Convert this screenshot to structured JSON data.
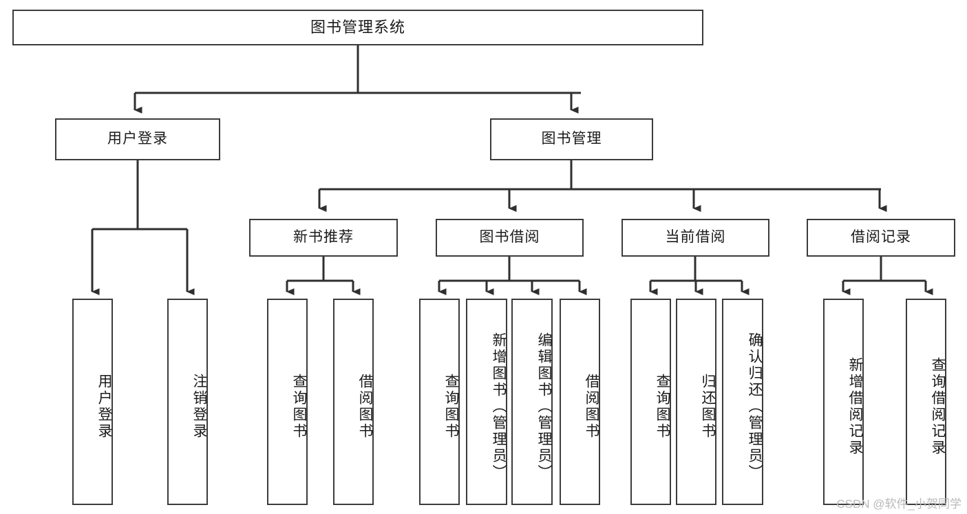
{
  "diagram": {
    "type": "tree-hierarchy-chart",
    "title": "图书管理系统",
    "watermark": "CSDN @软件_小贺同学",
    "colors": {
      "box_border": "#3b3b3b",
      "box_fill": "#ffffff",
      "connector": "#2f2f2f",
      "text": "#1a1a1a",
      "watermark": "#b9b9b9",
      "background": "#ffffff"
    },
    "root": {
      "label": "图书管理系统"
    },
    "level2": [
      {
        "label": "用户登录"
      },
      {
        "label": "图书管理"
      }
    ],
    "level3": [
      {
        "label": "新书推荐"
      },
      {
        "label": "图书借阅"
      },
      {
        "label": "当前借阅"
      },
      {
        "label": "借阅记录"
      }
    ],
    "leaves": {
      "user_login": [
        {
          "label": "用户登录"
        },
        {
          "label": "注销登录"
        }
      ],
      "new_book_recommend": [
        {
          "label": "查询图书"
        },
        {
          "label": "借阅图书"
        }
      ],
      "book_borrow": [
        {
          "label": "查询图书"
        },
        {
          "label": "新增图书（管理员）"
        },
        {
          "label": "编辑图书（管理员）"
        },
        {
          "label": "借阅图书"
        }
      ],
      "current_borrow": [
        {
          "label": "查询图书"
        },
        {
          "label": "归还图书"
        },
        {
          "label": "确认归还（管理员）"
        }
      ],
      "borrow_record": [
        {
          "label": "新增借阅记录"
        },
        {
          "label": "查询借阅记录"
        }
      ]
    }
  }
}
